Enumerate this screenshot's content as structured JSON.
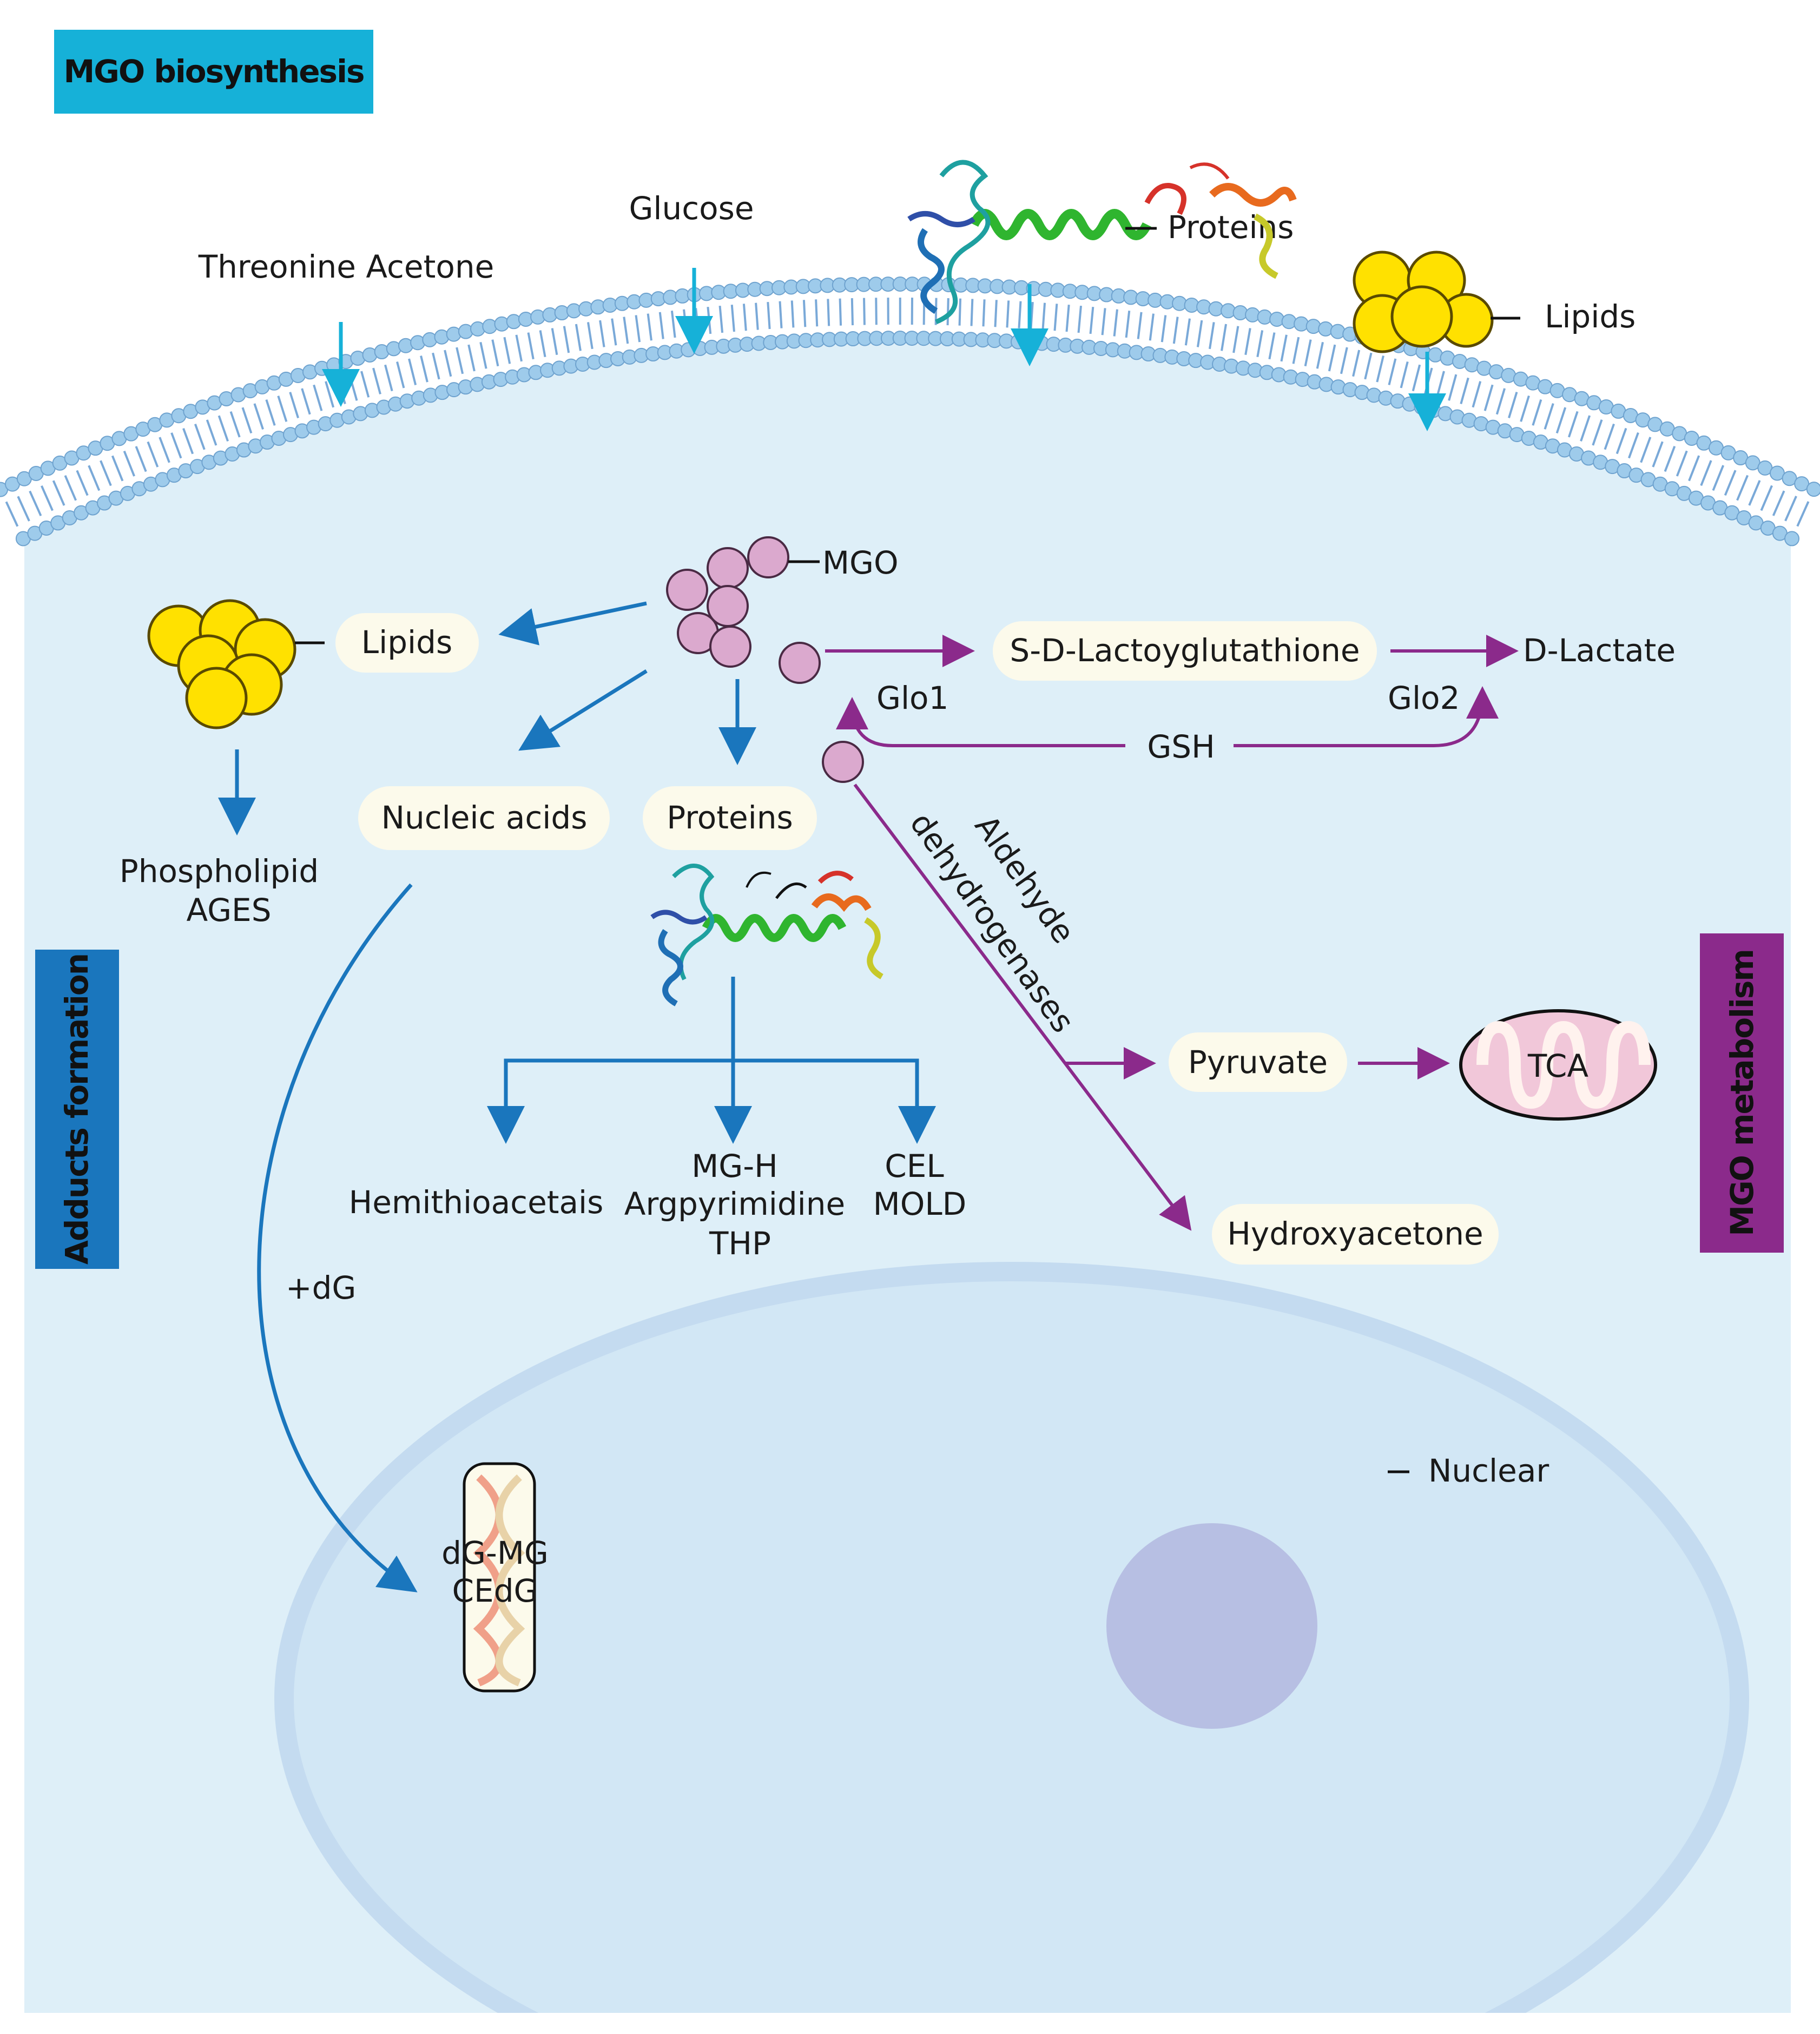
{
  "title_tag": {
    "text": "MGO biosynthesis",
    "color": "#16b1d8"
  },
  "side_tags": {
    "left": {
      "text": "Adducts formation",
      "color": "#1a76bd"
    },
    "right": {
      "text": "MGO metabolism",
      "color": "#8b2a8b"
    }
  },
  "sources": {
    "threonine_acetone": "Threonine Acetone",
    "glucose": "Glucose",
    "proteins": "Proteins",
    "lipids": "Lipids"
  },
  "mgo": {
    "label": "MGO"
  },
  "adducts": {
    "lipids": "Lipids",
    "phospholipid_ages": [
      "Phospholipid",
      "AGES"
    ],
    "nucleic_acids": "Nucleic acids",
    "proteins": "Proteins",
    "hemithioacetais": "Hemithioacetais",
    "mgh_group": [
      "MG-H",
      "Argpyrimidine",
      "THP"
    ],
    "cel_group": [
      "CEL",
      "MOLD"
    ],
    "plus_dg": "+dG",
    "dna_adducts": [
      "dG-MG",
      "CEdG"
    ],
    "nuclear": "Nuclear"
  },
  "metabolism": {
    "sdl": "S-D-Lactoyglutathione",
    "d_lactate": "D-Lactate",
    "glo1": "Glo1",
    "glo2": "Glo2",
    "gsh": "GSH",
    "aldehyde_dh": [
      "Aldehyde",
      "dehydrogenases"
    ],
    "pyruvate": "Pyruvate",
    "tca": "TCA",
    "hydroxyacetone": "Hydroxyacetone"
  },
  "colors": {
    "cell": "#deeff8",
    "nucleus": "#d2e7f5",
    "nucleus_border": "#c4dbf0",
    "nucleolus": "#b7bfe3",
    "membrane_head": "#9ecbeb",
    "membrane_tail": "#7aa9d8",
    "arrow_blue": "#1a76bd",
    "arrow_cyan": "#16b1d8",
    "arrow_purple": "#8b2a8b",
    "pill": "#fcfaeb",
    "mgo_ball": "#dba9ce",
    "lipid_ball": "#ffe100",
    "mito": "#f1c7d9"
  }
}
